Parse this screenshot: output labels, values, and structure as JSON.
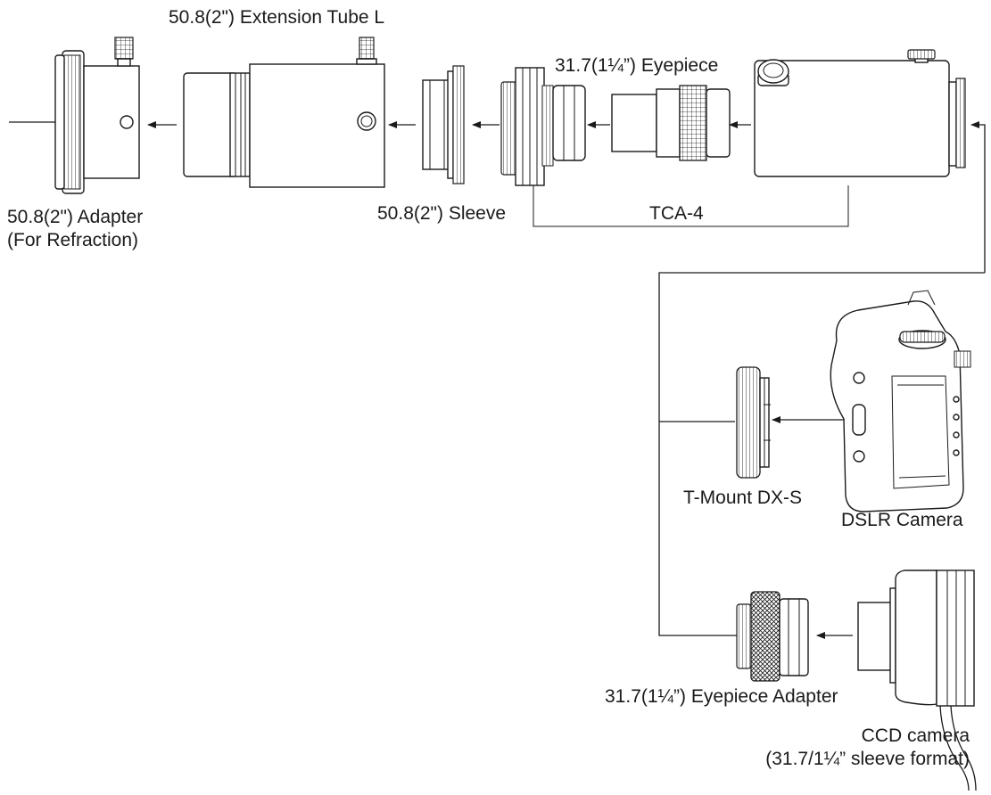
{
  "labels": {
    "extension_tube": "50.8(2\") Extension Tube L",
    "eyepiece": "31.7(1¼”) Eyepiece",
    "adapter_line1": "50.8(2\") Adapter",
    "adapter_line2": "(For Refraction)",
    "sleeve": "50.8(2\") Sleeve",
    "tca4": "TCA-4",
    "tmount": "T-Mount DX-S",
    "dslr": "DSLR Camera",
    "eyepiece_adapter": "31.7(1¼”) Eyepiece Adapter",
    "ccd_line1": "CCD camera",
    "ccd_line2": "(31.7/1¼” sleeve format)"
  },
  "colors": {
    "line": "#1a1a1a",
    "background": "#ffffff"
  }
}
